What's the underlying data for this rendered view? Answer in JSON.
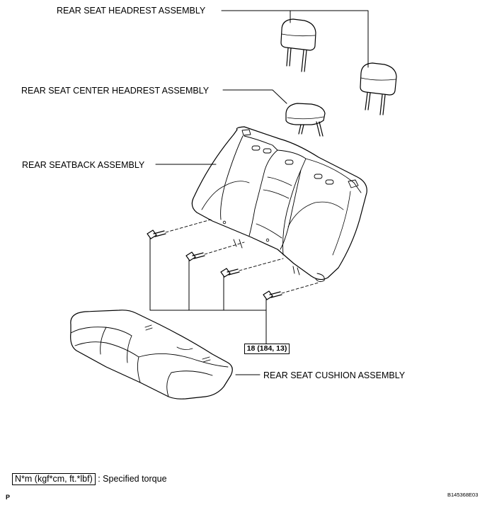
{
  "labels": {
    "headrest": "REAR SEAT HEADREST ASSEMBLY",
    "center_headrest": "REAR SEAT CENTER HEADREST ASSEMBLY",
    "seatback": "REAR SEATBACK ASSEMBLY",
    "cushion": "REAR SEAT CUSHION ASSEMBLY"
  },
  "torque": "18 (184, 13)",
  "legend": {
    "unit_box": "N*m (kgf*cm, ft.*lbf)",
    "description": ": Specified torque"
  },
  "corner": {
    "left": "P",
    "right": "B145368E03"
  }
}
